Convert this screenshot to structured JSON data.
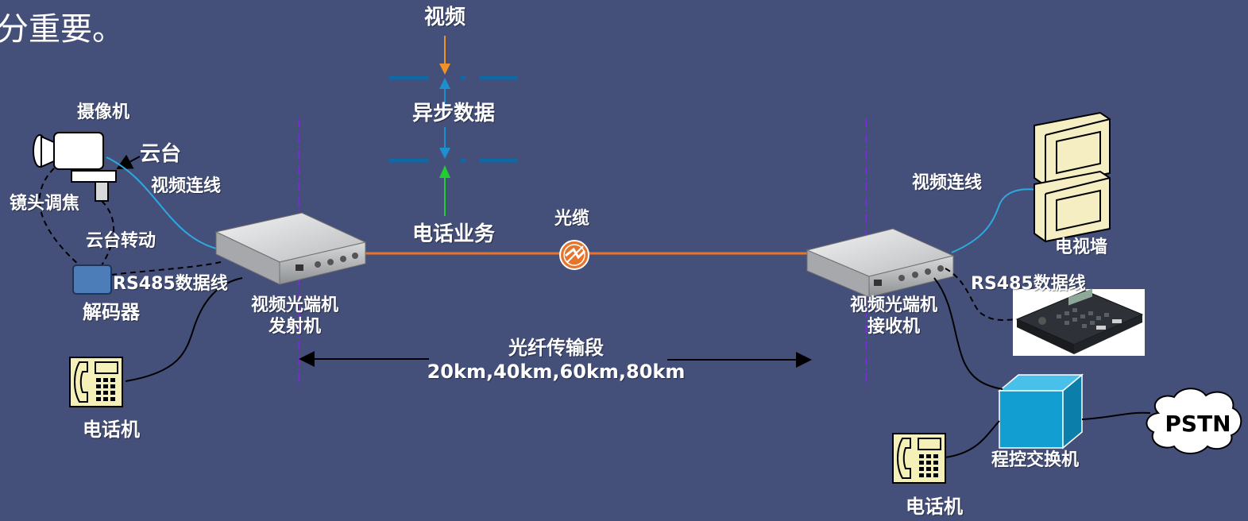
{
  "heading_fragment": "分重要。",
  "center": {
    "video": "视频",
    "async_data": "异步数据",
    "phone_service": "电话业务",
    "optical_cable": "光缆"
  },
  "transmit_side": {
    "camera": "摄像机",
    "pan_tilt": "云台",
    "video_cable": "视频连线",
    "lens_focus": "镜头调焦",
    "pan_tilt_rotation": "云台转动",
    "rs485": "RS485数据线",
    "decoder": "解码器",
    "transmitter_line1": "视频光端机",
    "transmitter_line2": "发射机",
    "telephone": "电话机"
  },
  "receive_side": {
    "video_cable": "视频连线",
    "tv_wall": "电视墙",
    "rs485": "RS485数据线",
    "receiver_line1": "视频光端机",
    "receiver_line2": "接收机",
    "switch": "程控交换机",
    "pstn": "PSTN",
    "telephone": "电话机"
  },
  "span": {
    "title": "光纤传输段",
    "distances": "20km,40km,60km,80km"
  },
  "colors": {
    "background": "#45507a",
    "fiber": "#e8742a",
    "video_arrow": "#f0902a",
    "data_arrow": "#1e90d0",
    "phone_arrow": "#22cc33",
    "video_cable": "#2ea8e0",
    "divider": "#7a2ad8",
    "switch_box": "#129ed0"
  }
}
